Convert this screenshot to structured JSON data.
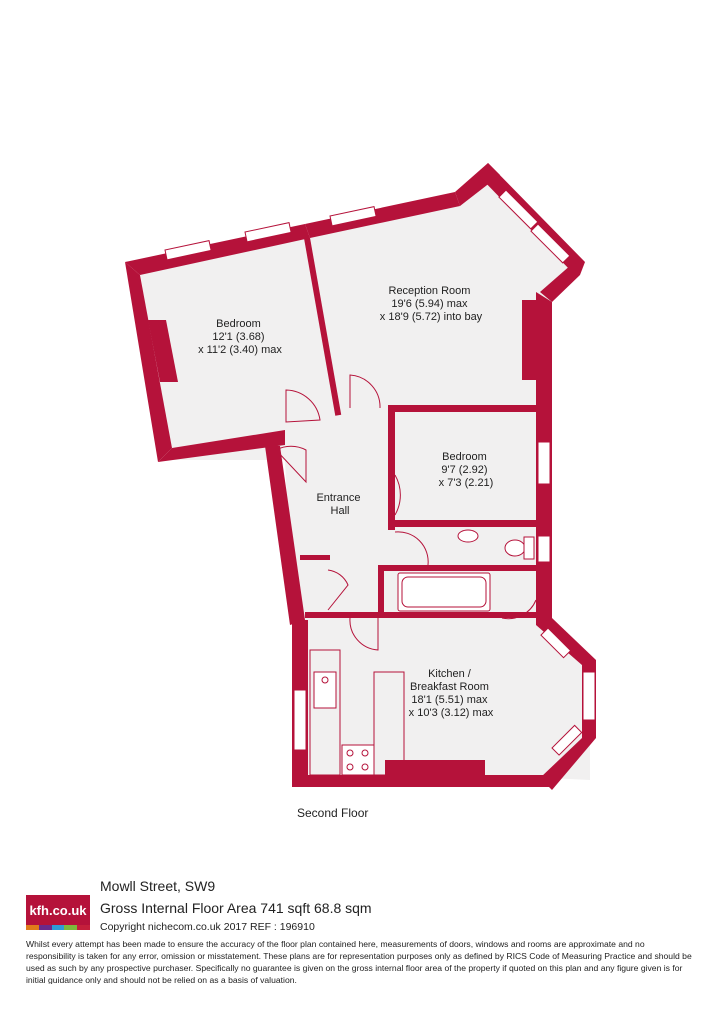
{
  "plan": {
    "floor_name": "Second Floor",
    "wall_color": "#b5123a",
    "floor_color": "#f1f0f0",
    "rooms": [
      {
        "id": "bedroom-1",
        "lines": [
          "Bedroom",
          "12'1 (3.68)",
          "x 11'2 (3.40) max"
        ]
      },
      {
        "id": "reception-room",
        "lines": [
          "Reception Room",
          "19'6 (5.94) max",
          "x 18'9 (5.72) into bay"
        ]
      },
      {
        "id": "bedroom-2",
        "lines": [
          "Bedroom",
          "9'7 (2.92)",
          "x 7'3 (2.21)"
        ]
      },
      {
        "id": "entrance-hall",
        "lines": [
          "Entrance",
          "Hall"
        ]
      },
      {
        "id": "kitchen",
        "lines": [
          "Kitchen /",
          "Breakfast Room",
          "18'1 (5.51) max",
          "x 10'3 (3.12) max"
        ]
      }
    ]
  },
  "footer": {
    "logo_text": "kfh.co.uk",
    "logo_colors": [
      "#e07b1a",
      "#6a2a8c",
      "#2e9bd6",
      "#7cb83b",
      "#c41f3b"
    ],
    "address": "Mowll Street, SW9",
    "area": "Gross Internal Floor Area 741 sqft 68.8 sqm",
    "copyright": "Copyright nichecom.co.uk 2017 REF : 196910",
    "disclaimer": "Whilst every attempt has been made to ensure the accuracy of the floor plan contained here, measurements of doors, windows and rooms are approximate and no responsibility is taken for any error, omission or misstatement. These plans are for representation purposes only as defined by RICS Code of Measuring Practice and should be used as such by any prospective purchaser. Specifically no guarantee is given on the gross internal floor area of the property if quoted on this plan and any figure given is for initial guidance only and should not be relied on as a basis of valuation."
  }
}
